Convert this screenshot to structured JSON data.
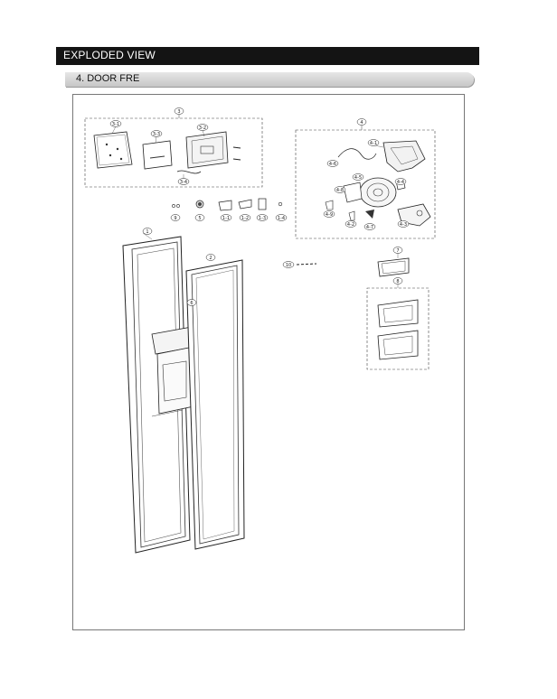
{
  "header": {
    "title": "EXPLODED VIEW"
  },
  "section": {
    "title": "4. DOOR FRE"
  },
  "callouts": {
    "c3": "3",
    "c3_1": "3-1",
    "c3_2": "3-2",
    "c3_3": "3-3",
    "c3_4": "3-4",
    "c4": "4",
    "c4_1": "4-1",
    "c4_2": "4-2",
    "c4_3": "4-3",
    "c4_4": "4-4",
    "c4_5": "4-5",
    "c4_6": "4-6",
    "c4_7": "4-7",
    "c4_8": "4-8",
    "c4_9": "4-9",
    "c9": "9",
    "c5": "5",
    "c1_1": "1-1",
    "c1_2": "1-2",
    "c1_3": "1-3",
    "c1_4": "1-4",
    "c1": "1",
    "c2": "2",
    "c6": "6",
    "c7": "7",
    "c8": "8",
    "c10": "10"
  }
}
